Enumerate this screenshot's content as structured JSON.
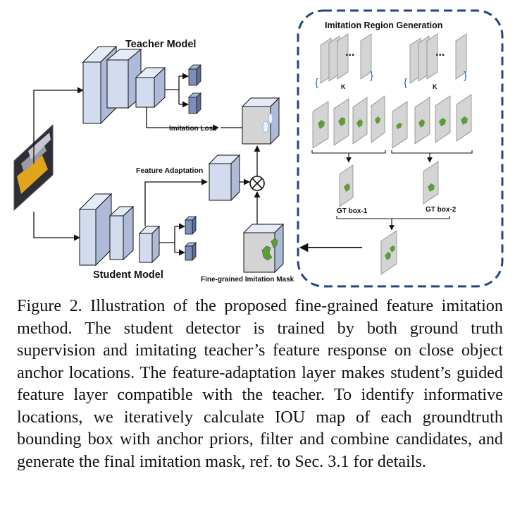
{
  "labels": {
    "teacher_model": "Teacher Model",
    "student_model": "Student Model",
    "imitation_loss": "Imitation Loss",
    "feature_adaptation": "Feature Adaptation",
    "fine_grained_mask": "Fine-grained Imitation Mask",
    "region_generation_title": "Imitation Region Generation",
    "k_left": "K",
    "k_right": "K",
    "gt_box_1": "GT box-1",
    "gt_box_2": "GT box-2"
  },
  "caption": "Figure 2. Illustration of the proposed fine-grained feature imitation method. The student detector is trained by both ground truth supervision and imitating teacher’s feature response on close object anchor locations. The feature-adaptation layer makes student’s guided feature layer compatible with the teacher. To identify informative locations, we iteratively calculate IOU map of each groundtruth bounding box with anchor priors, filter and combine candidates, and generate the final imitation mask, ref. to Sec. 3.1 for details.",
  "colors": {
    "block_front": "#d3dcef",
    "block_top": "#e6ecf7",
    "block_side": "#aebbd8",
    "dark_block": "#7d8fb8",
    "gray_block": "#d4d4d4",
    "region_green": "#5f9a3d",
    "dashed_border": "#24457f"
  }
}
